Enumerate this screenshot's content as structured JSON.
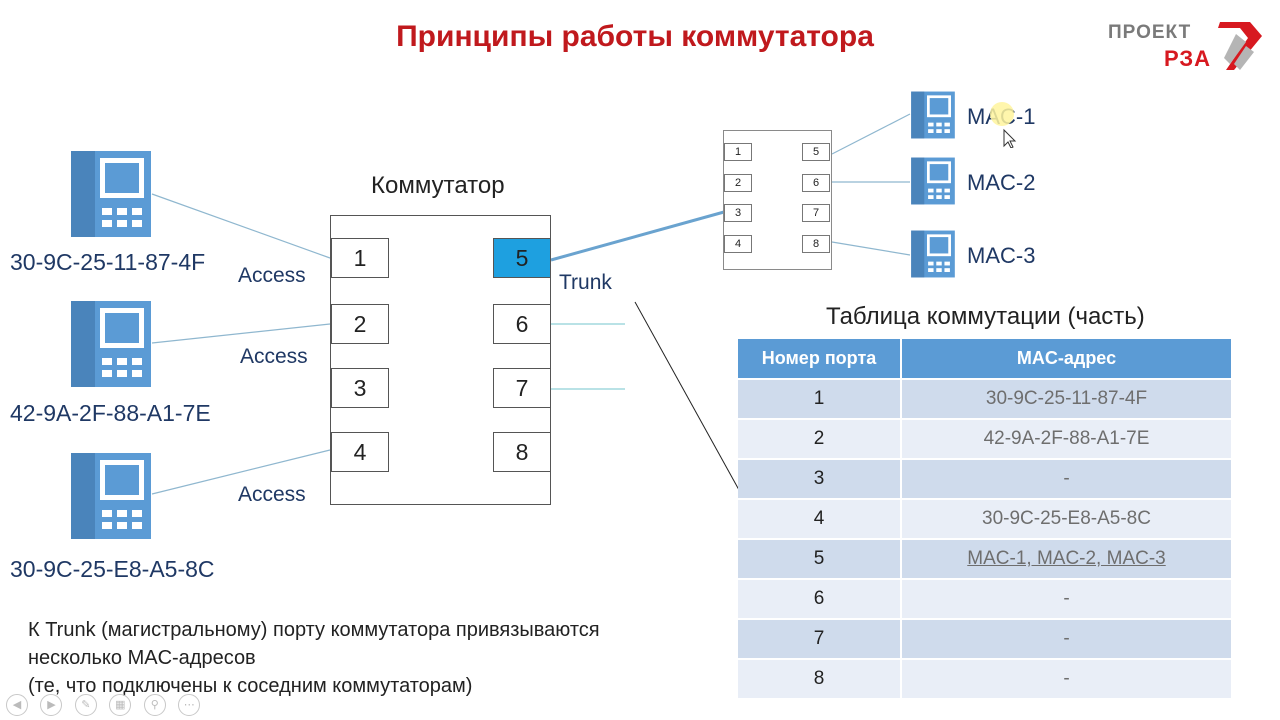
{
  "title": "Принципы работы коммутатора",
  "logo": {
    "line1": "ПРОЕКТ",
    "line2": "РЗА"
  },
  "left_devices": [
    {
      "mac": "30-9C-25-11-87-4F",
      "link_label": "Access"
    },
    {
      "mac": "42-9A-2F-88-A1-7E",
      "link_label": "Access"
    },
    {
      "mac": "30-9C-25-E8-A5-8C",
      "link_label": "Access"
    }
  ],
  "switch": {
    "label": "Коммутатор",
    "ports_left": [
      "1",
      "2",
      "3",
      "4"
    ],
    "ports_right": [
      "5",
      "6",
      "7",
      "8"
    ],
    "active_port": "5",
    "trunk_label": "Trunk"
  },
  "neighbor_switch": {
    "ports_left": [
      "1",
      "2",
      "3",
      "4"
    ],
    "ports_right": [
      "5",
      "6",
      "7",
      "8"
    ]
  },
  "right_devices": [
    "MAC-1",
    "MAC-2",
    "MAC-3"
  ],
  "table": {
    "title": "Таблица коммутации (часть)",
    "headers": [
      "Номер порта",
      "MAC-адрес"
    ],
    "rows": [
      {
        "port": "1",
        "mac": "30-9C-25-11-87-4F"
      },
      {
        "port": "2",
        "mac": "42-9A-2F-88-A1-7E"
      },
      {
        "port": "3",
        "mac": "-"
      },
      {
        "port": "4",
        "mac": "30-9C-25-E8-A5-8C"
      },
      {
        "port": "5",
        "mac": "MAC-1, MAC-2, MAC-3"
      },
      {
        "port": "6",
        "mac": "-"
      },
      {
        "port": "7",
        "mac": "-"
      },
      {
        "port": "8",
        "mac": "-"
      }
    ]
  },
  "note": {
    "line1": "К Trunk (магистральному) порту коммутатора привязываются",
    "line2": "несколько MAC-адресов",
    "line3": "(те, что подключены к соседним коммутаторам)"
  },
  "colors": {
    "title": "#c0191d",
    "accent": "#1ea0e0",
    "table_header": "#5b9bd5",
    "text_blue": "#1f3864"
  }
}
